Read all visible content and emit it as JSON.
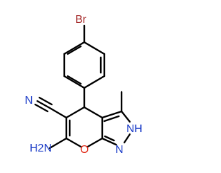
{
  "colors": {
    "bond": "#000000",
    "bromine": "#a52a2a",
    "nitrogen": "#1f3fc8",
    "oxygen": "#e0220f",
    "background": "#ffffff"
  },
  "atoms": {
    "br": "Br",
    "n_nitrile": "N",
    "nh": "NH",
    "n_ring": "N",
    "o_ring": "O",
    "nh2": "H2N"
  }
}
